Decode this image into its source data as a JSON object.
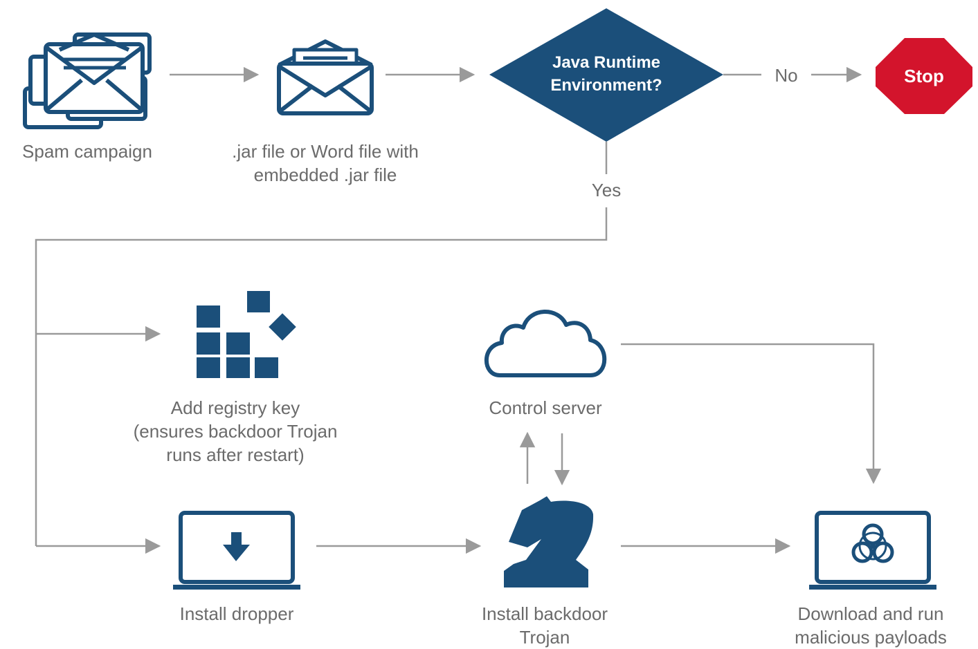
{
  "colors": {
    "primary_blue": "#1b4f7a",
    "stop_red": "#d3142c",
    "connector_gray": "#9a9a9a",
    "label_gray": "#6b6b6b",
    "background": "#ffffff"
  },
  "nodes": {
    "spam_campaign": {
      "label": "Spam campaign",
      "icon": "stacked-envelopes-icon"
    },
    "jar_file": {
      "label_line1": ".jar file or Word file with",
      "label_line2": "embedded .jar file",
      "icon": "open-envelope-icon"
    },
    "jre_decision": {
      "label_line1": "Java Runtime",
      "label_line2": "Environment?"
    },
    "stop": {
      "label": "Stop",
      "shape": "octagon"
    },
    "registry_key": {
      "label_line1": "Add registry key",
      "label_line2": "(ensures backdoor Trojan",
      "label_line3": "runs after restart)",
      "icon": "registry-blocks-icon"
    },
    "control_server": {
      "label": "Control server",
      "icon": "cloud-icon"
    },
    "install_dropper": {
      "label": "Install dropper",
      "icon": "laptop-download-icon"
    },
    "install_backdoor": {
      "label_line1": "Install backdoor",
      "label_line2": "Trojan",
      "icon": "knight-chess-piece-icon"
    },
    "download_payloads": {
      "label_line1": "Download and run",
      "label_line2": "malicious payloads",
      "icon": "laptop-biohazard-icon"
    }
  },
  "edge_labels": {
    "no": "No",
    "yes": "Yes"
  }
}
